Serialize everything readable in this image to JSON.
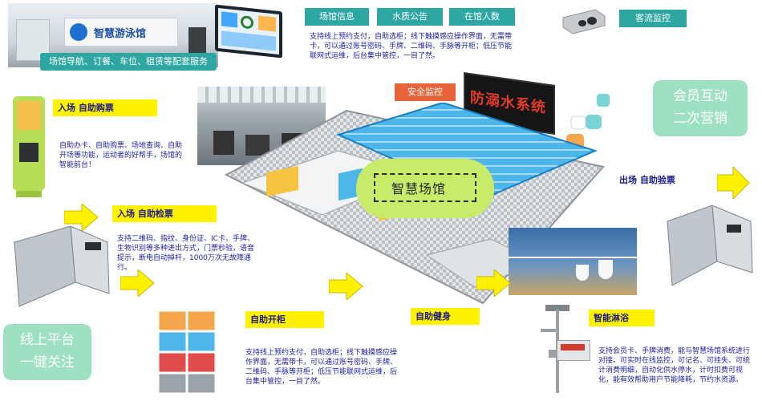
{
  "top_banner": {
    "text": "场馆导航、订餐、车位、租赁等配套服务",
    "sign_text": "智慧游泳馆"
  },
  "top_tabs": [
    "场馆信息",
    "水质公告",
    "在馆人数"
  ],
  "top_desc": "支持线上预约支付，自助选柜；线下触摸感应操作界面，无需带卡，可以通过账号密码、手牌、二维码、手脉等开柜；低压节能联网式运维，后台集中管控，一目了然。",
  "flow_monitor": "客流监控",
  "security": "安全监控",
  "led_sign": "防溺水系统",
  "member_box": {
    "line1": "会员互动",
    "line2": "二次营销"
  },
  "online_box": {
    "line1": "线上平台",
    "line2": "一键关注"
  },
  "center_label": "智慧场馆",
  "entry_buy": {
    "label": "入场 自助购票",
    "desc": "自助办卡、自助购票、场地查询、自助开场等功能，运动者的好帮手，场馆的智能前台！"
  },
  "entry_check": {
    "label": "入场 自助检票",
    "desc": "支持二维码、指纹、身份证、IC卡、手牌、生物识别等多种进出方式，门票秒验，语音提示，断电自动掉杆，1000万次无故障通行。"
  },
  "exit_check": {
    "label": "出场 自助验票"
  },
  "locker": {
    "label": "自助开柜",
    "desc": "支持线上预约支付，自助选柜；线下触摸感应操作界面，无需带卡，可以通过账号密码、手牌、二维码、手脉等开柜；低压节能联网式运维，后台集中管控，一目了然。"
  },
  "fitness": {
    "label": "自助健身"
  },
  "shower": {
    "label": "智能淋浴",
    "desc": "支持会员卡、手牌消费，能与智慧场馆系统进行对接。可实时在线监控，可记名、可挂失、可统计消费明细，自动化供水停水，计时扣费可视化，能有效帮助用户节能降耗，节约水资源。"
  },
  "colors": {
    "yellow": "#fff200",
    "teal": "#2ea7a3",
    "text_blue": "#1c1c9e",
    "green_box": "#9ee0c2",
    "center_green": "#c8ec6a"
  }
}
